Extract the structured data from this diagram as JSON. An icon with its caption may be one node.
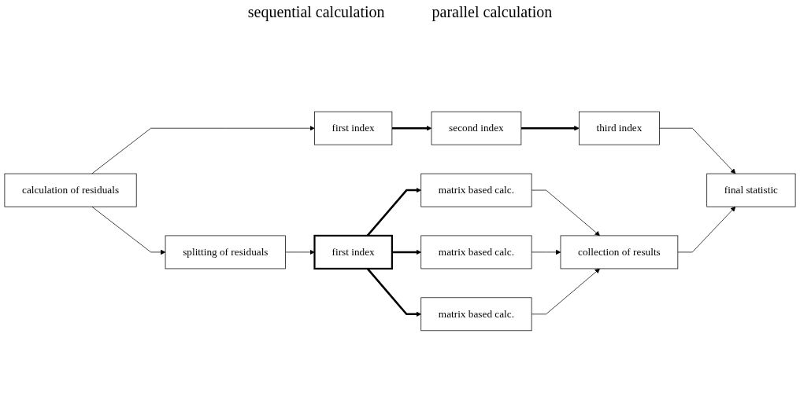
{
  "diagram": {
    "nodes": [
      {
        "text": [
          "first index"
        ]
      },
      {
        "text": [
          "second index"
        ]
      },
      {
        "text": [
          "third index"
        ]
      },
      {
        "text": [
          "final statistic"
        ]
      },
      {
        "text": [
          "calculation of residuals"
        ]
      },
      {
        "text": [
          "collection of results"
        ]
      },
      {
        "text": [
          "splitting of residuals"
        ]
      },
      {
        "text": [
          "matrix based calc."
        ]
      },
      {
        "text": [
          "first index"
        ]
      },
      {
        "text": [
          "matrix based calc."
        ]
      },
      {
        "text": [
          "matrix based calc."
        ]
      }
    ],
    "edges": [
      {
        "from": 4,
        "to": 0,
        "arrow": "to"
      },
      {
        "from": 0,
        "to": 1,
        "arrow": "to",
        "style": "thick"
      },
      {
        "from": 1,
        "to": 2,
        "arrow": "to",
        "style": "thick"
      },
      {
        "from": 2,
        "to": 3,
        "arrow": "to"
      },
      {
        "from": 4,
        "to": 6,
        "arrow": "to"
      },
      {
        "from": 6,
        "to": 8,
        "arrow": "to"
      },
      {
        "from": 8,
        "to": 7,
        "arrow": "to",
        "style": "thick"
      },
      {
        "from": 8,
        "to": 9,
        "arrow": "to",
        "style": "thick"
      },
      {
        "from": 8,
        "to": 10,
        "arrow": "to",
        "style": "thick"
      },
      {
        "from": 7,
        "to": 5,
        "arrow": "to"
      },
      {
        "from": 10,
        "to": 5,
        "arrow": "to"
      },
      {
        "from": 9,
        "to": 5,
        "arrow": "to"
      },
      {
        "from": 5,
        "to": 3,
        "arrow": "to"
      }
    ],
    "labels": [
      "sequential calculation",
      "parallel calculation"
    ]
  }
}
